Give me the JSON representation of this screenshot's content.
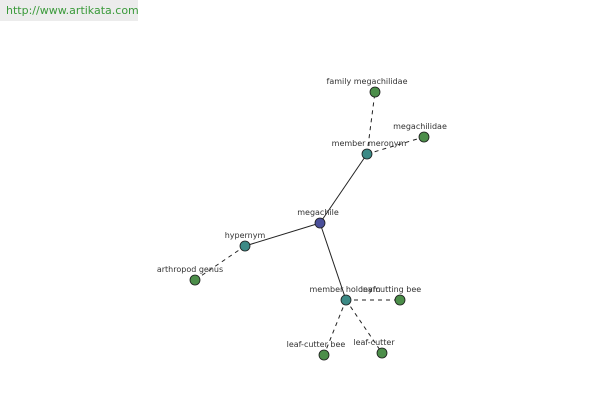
{
  "site": {
    "url_text": "http://www.artikata.com"
  },
  "colors": {
    "root": "#4a4f9a",
    "relation": "#3c8a86",
    "leaf": "#4c8e4a",
    "edge": "#222222"
  },
  "graph": {
    "nodes": {
      "megachile": {
        "label": "megachile",
        "kind": "root"
      },
      "member_meronym": {
        "label": "member meronym",
        "kind": "relation"
      },
      "hypernym": {
        "label": "hypernym",
        "kind": "relation"
      },
      "member_holonym": {
        "label": "member holonym",
        "kind": "relation"
      },
      "family_megachilidae": {
        "label": "family megachilidae",
        "kind": "leaf"
      },
      "megachilidae": {
        "label": "megachilidae",
        "kind": "leaf"
      },
      "arthropod_genus": {
        "label": "arthropod genus",
        "kind": "leaf"
      },
      "leafcutting_bee": {
        "label": "leafcutting bee",
        "kind": "leaf"
      },
      "leaf_cutter_bee": {
        "label": "leaf-cutter bee",
        "kind": "leaf"
      },
      "leaf_cutter": {
        "label": "leaf-cutter",
        "kind": "leaf"
      }
    },
    "edges": [
      {
        "from": "megachile",
        "to": "member_meronym",
        "style": "solid"
      },
      {
        "from": "megachile",
        "to": "hypernym",
        "style": "solid"
      },
      {
        "from": "megachile",
        "to": "member_holonym",
        "style": "solid"
      },
      {
        "from": "member_meronym",
        "to": "family_megachilidae",
        "style": "dashed"
      },
      {
        "from": "member_meronym",
        "to": "megachilidae",
        "style": "dashed"
      },
      {
        "from": "hypernym",
        "to": "arthropod_genus",
        "style": "dashed"
      },
      {
        "from": "member_holonym",
        "to": "leafcutting_bee",
        "style": "dashed"
      },
      {
        "from": "member_holonym",
        "to": "leaf_cutter_bee",
        "style": "dashed"
      },
      {
        "from": "member_holonym",
        "to": "leaf_cutter",
        "style": "dashed"
      }
    ]
  }
}
